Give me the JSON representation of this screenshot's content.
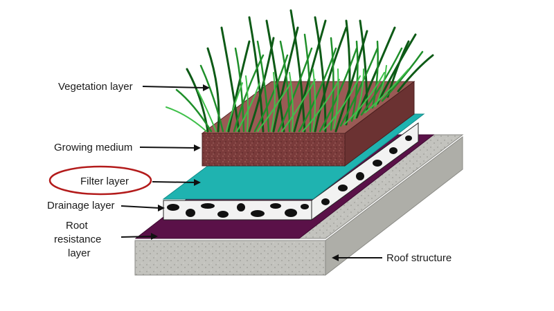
{
  "labels": {
    "vegetation": "Vegetation layer",
    "growing": "Growing medium",
    "filter": "Filter layer",
    "drainage": "Drainage layer",
    "root_line1": "Root",
    "root_line2": "resistance",
    "root_line3": "layer",
    "roof": "Roof structure"
  },
  "colors": {
    "grass_dark": "#0d5a16",
    "grass_mid": "#1f8f2a",
    "grass_light": "#3fc04a",
    "growing_front": "#7a3b3b",
    "growing_top": "#9a5a55",
    "filter": "#1fb3b0",
    "filter_edge": "#138c89",
    "drainage_bg": "#f2f2f2",
    "drainage_blob": "#111111",
    "root": "#5a1148",
    "root_edge": "#3d0a31",
    "roof_top": "#c9c9c4",
    "roof_front": "#b7b7b1",
    "roof_side": "#a6a6a0",
    "highlight_ellipse": "#b31b1b"
  }
}
